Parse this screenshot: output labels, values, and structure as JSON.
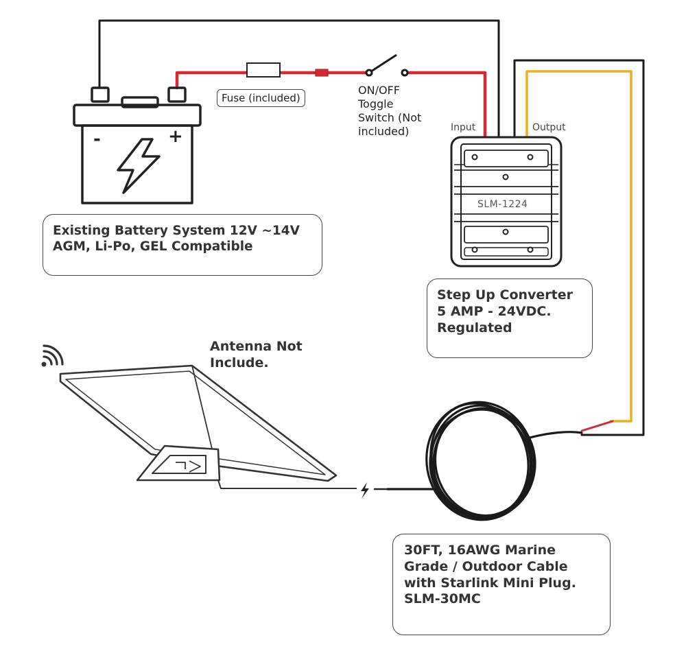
{
  "colors": {
    "wire_negative": "#1a1a1a",
    "wire_positive": "#d42a36",
    "wire_output": "#e8b21e",
    "outline": "#222222",
    "text": "#333333"
  },
  "icons": {
    "battery": "battery-icon",
    "lightning": "lightning-icon",
    "converter": "converter-icon",
    "toggle_switch": "toggle-switch-icon",
    "fuse": "fuse-icon",
    "antenna": "satellite-antenna-icon",
    "wifi": "wifi-signal-icon",
    "cable": "coiled-cable-icon"
  },
  "battery": {
    "minus_sign": "-",
    "plus_sign": "+",
    "callout": [
      "Existing Battery System 12V ~14V",
      "AGM, Li-Po, GEL Compatible"
    ]
  },
  "fuse": {
    "label": "Fuse (included)"
  },
  "switch": {
    "label_lines": [
      "ON/OFF",
      "Toggle",
      "Switch (Not",
      "included)"
    ]
  },
  "converter": {
    "input_label": "Input",
    "output_label": "Output",
    "model": "SLM-1224",
    "callout": [
      "Step Up Converter",
      "5 AMP - 24VDC.",
      "Regulated"
    ]
  },
  "antenna": {
    "note_lines": [
      "Antenna Not",
      "Include."
    ]
  },
  "cable": {
    "callout": [
      "30FT, 16AWG Marine",
      "Grade / Outdoor Cable",
      "with Starlink Mini Plug.",
      "SLM-30MC"
    ]
  }
}
